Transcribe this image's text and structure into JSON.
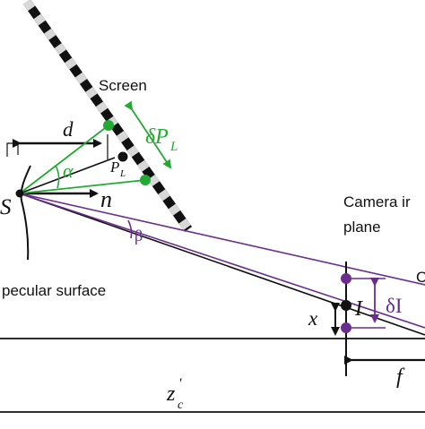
{
  "labels": {
    "screen": "Screen",
    "specular_surface": "pecular surface",
    "camera_image_plane_l1": "Camera ir",
    "camera_image_plane_l2": "plane",
    "camera_cut": "C",
    "d": "d",
    "alpha": "α",
    "delta_pl_delta": "δP",
    "delta_pl_sub": "L",
    "pl": "P",
    "pl_sub": "L",
    "s": "S",
    "n": "n",
    "beta": "β",
    "i": "I",
    "delta_i": "δI",
    "x": "x",
    "f": "f",
    "zc": "z",
    "zc_sub": "c",
    "zc_prime": "'"
  },
  "colors": {
    "green": "#22aa33",
    "purple": "#6a2d8f",
    "black": "#111111"
  }
}
